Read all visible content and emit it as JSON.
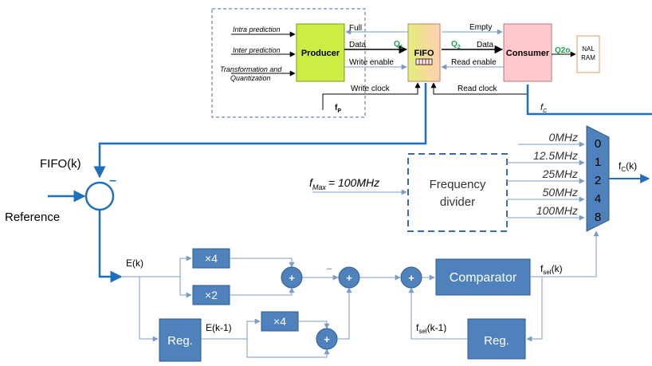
{
  "top": {
    "inputs": [
      "Intra prediction",
      "Inter prediction",
      "Transformation and",
      "Quantization"
    ],
    "producer": "Producer",
    "fifo": "FIFO",
    "consumer": "Consumer",
    "nal": [
      "NAL",
      "RAM"
    ],
    "signals": {
      "full": "Full",
      "data": "Data",
      "write_enable": "Write enable",
      "write_clock": "Write clock",
      "empty": "Empty",
      "data2": "Data",
      "read_enable": "Read enable",
      "read_clock": "Read clock"
    },
    "q1": "Q",
    "q1_sub": "1",
    "q2": "Q",
    "q2_sub": "2",
    "q2o": "Q2o",
    "fp": "f",
    "fp_sub": "P",
    "fc": "f",
    "fc_sub": "C"
  },
  "feedback": {
    "fifo_k": "FIFO(k)",
    "reference": "Reference",
    "minus": "–",
    "fmax": "f",
    "fmax_sub": "Max",
    "fmax_value": "= 100MHz",
    "freq_divider": [
      "Frequency",
      "divider"
    ],
    "freqs": [
      "0MHz",
      "12.5MHz",
      "25MHz",
      "50MHz",
      "100MHz"
    ],
    "mux_inputs": [
      "0",
      "1",
      "2",
      "4",
      "8"
    ],
    "fc_k": "f",
    "fc_k_sub": "C",
    "fc_k_tail": "(k)",
    "ek": "E(k)",
    "ek1": "E(k-1)",
    "times4": "×4",
    "times2": "×2",
    "times4b": "×4",
    "plus": "+",
    "minus_small": "–",
    "reg": "Reg.",
    "reg2": "Reg.",
    "comparator": "Comparator",
    "fsel_k": "f",
    "fsel_k_sub": "sel",
    "fsel_k_tail": "(k)",
    "fsel_k1": "f",
    "fsel_k1_sub": "sel",
    "fsel_k1_tail": "(k-1)"
  },
  "colors": {
    "producer": "#ccee44",
    "consumer": "#ffc8cc",
    "block": "#4f81bd",
    "line_blue": "#1f6fbf",
    "line_thin": "#7c9cc4"
  }
}
